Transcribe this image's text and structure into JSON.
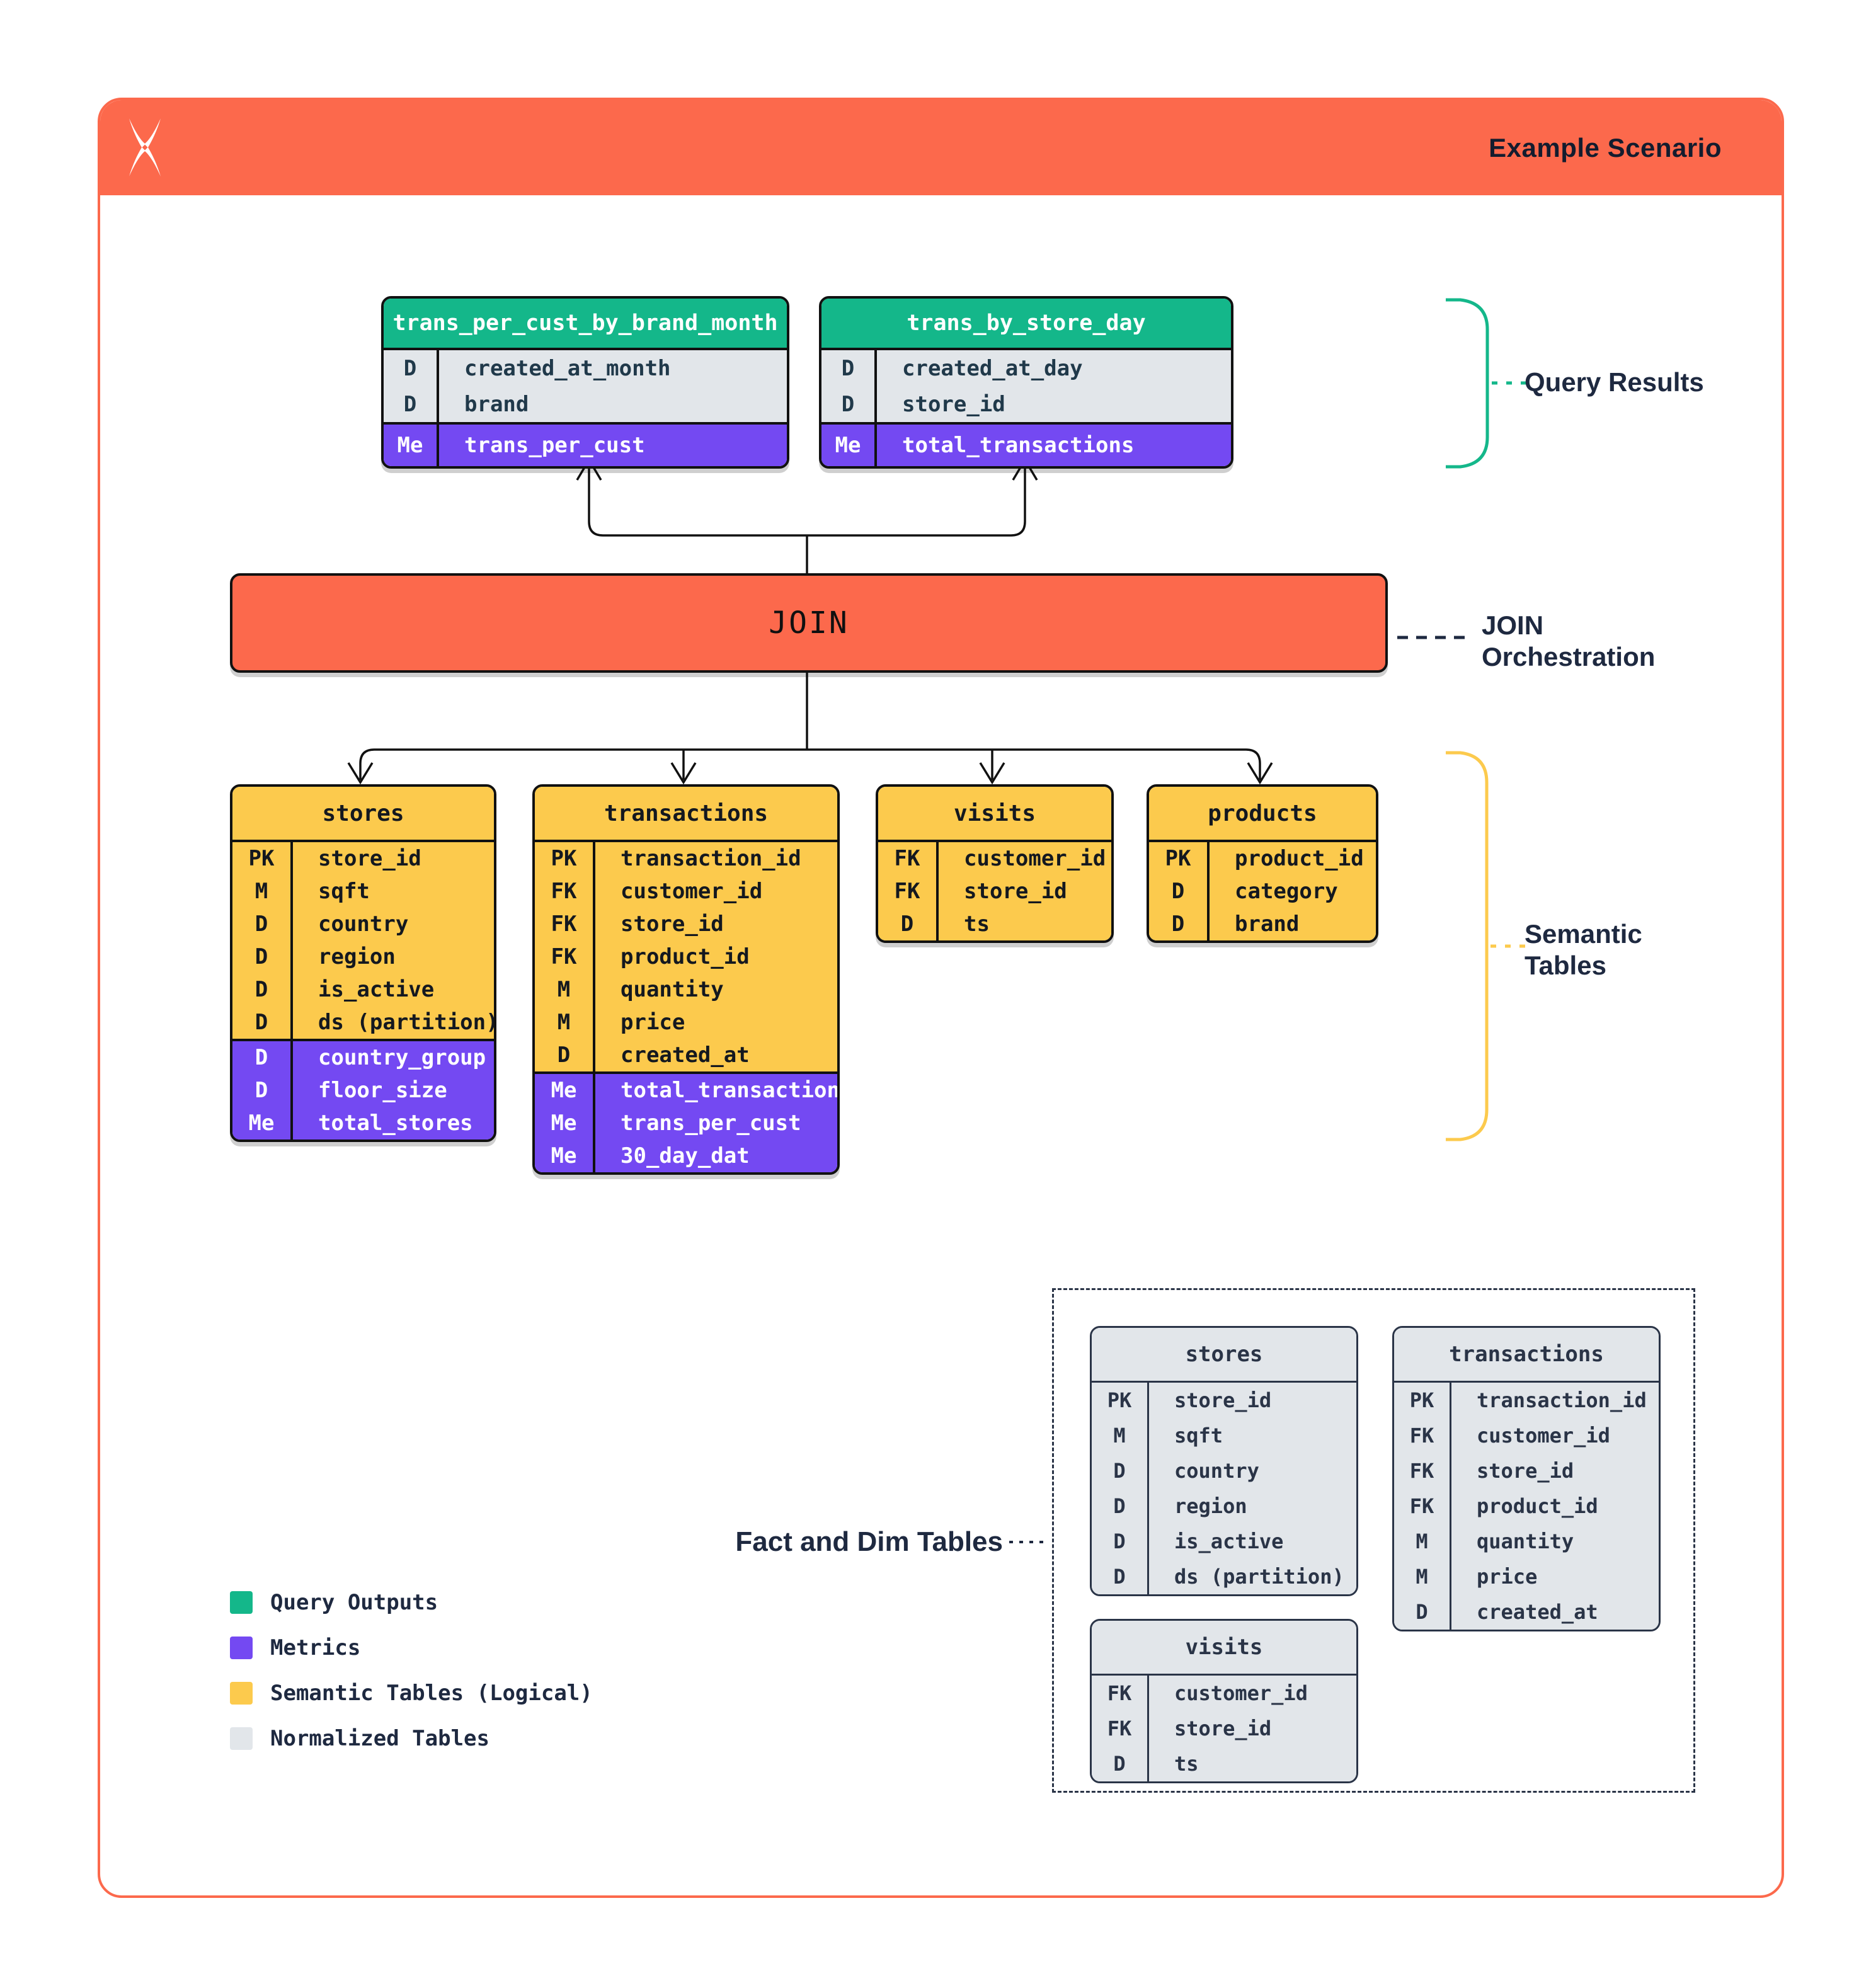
{
  "colors": {
    "orange": "#fc694c",
    "green": "#14b78a",
    "purple": "#7449f2",
    "yellow": "#fcca4d",
    "gray": "#e2e6ea",
    "navy": "#1e2940",
    "black": "#111111"
  },
  "header": {
    "title": "Example Scenario"
  },
  "join_bar": {
    "label": "JOIN"
  },
  "labels": {
    "query_results": "Query Results",
    "join_line1": "JOIN",
    "join_line2": "Orchestration",
    "semantic_line1": "Semantic",
    "semantic_line2": "Tables",
    "fact_dim": "Fact and Dim Tables"
  },
  "query_outputs": [
    {
      "title": "trans_per_cust_by_brand_month",
      "rows_base": [
        {
          "k": "D",
          "n": "created_at_month"
        },
        {
          "k": "D",
          "n": "brand"
        }
      ],
      "rows_metric": [
        {
          "k": "Me",
          "n": "trans_per_cust"
        }
      ]
    },
    {
      "title": "trans_by_store_day",
      "rows_base": [
        {
          "k": "D",
          "n": "created_at_day"
        },
        {
          "k": "D",
          "n": "store_id"
        }
      ],
      "rows_metric": [
        {
          "k": "Me",
          "n": "total_transactions"
        }
      ]
    }
  ],
  "semantic_tables": [
    {
      "title": "stores",
      "rows_base": [
        {
          "k": "PK",
          "n": "store_id"
        },
        {
          "k": "M",
          "n": "sqft"
        },
        {
          "k": "D",
          "n": "country"
        },
        {
          "k": "D",
          "n": "region"
        },
        {
          "k": "D",
          "n": "is_active"
        },
        {
          "k": "D",
          "n": "ds (partition)"
        }
      ],
      "rows_metric": [
        {
          "k": "D",
          "n": "country_group"
        },
        {
          "k": "D",
          "n": "floor_size"
        },
        {
          "k": "Me",
          "n": "total_stores"
        }
      ]
    },
    {
      "title": "transactions",
      "rows_base": [
        {
          "k": "PK",
          "n": "transaction_id"
        },
        {
          "k": "FK",
          "n": "customer_id"
        },
        {
          "k": "FK",
          "n": "store_id"
        },
        {
          "k": "FK",
          "n": "product_id"
        },
        {
          "k": "M",
          "n": "quantity"
        },
        {
          "k": "M",
          "n": "price"
        },
        {
          "k": "D",
          "n": "created_at"
        }
      ],
      "rows_metric": [
        {
          "k": "Me",
          "n": "total_transactions"
        },
        {
          "k": "Me",
          "n": "trans_per_cust"
        },
        {
          "k": "Me",
          "n": "30_day_dat"
        }
      ]
    },
    {
      "title": "visits",
      "rows_base": [
        {
          "k": "FK",
          "n": "customer_id"
        },
        {
          "k": "FK",
          "n": "store_id"
        },
        {
          "k": "D",
          "n": "ts"
        }
      ],
      "rows_metric": []
    },
    {
      "title": "products",
      "rows_base": [
        {
          "k": "PK",
          "n": "product_id"
        },
        {
          "k": "D",
          "n": "category"
        },
        {
          "k": "D",
          "n": "brand"
        }
      ],
      "rows_metric": []
    }
  ],
  "normalized_tables": [
    {
      "title": "stores",
      "rows_base": [
        {
          "k": "PK",
          "n": "store_id"
        },
        {
          "k": "M",
          "n": "sqft"
        },
        {
          "k": "D",
          "n": "country"
        },
        {
          "k": "D",
          "n": "region"
        },
        {
          "k": "D",
          "n": "is_active"
        },
        {
          "k": "D",
          "n": "ds (partition)"
        }
      ],
      "rows_metric": []
    },
    {
      "title": "transactions",
      "rows_base": [
        {
          "k": "PK",
          "n": "transaction_id"
        },
        {
          "k": "FK",
          "n": "customer_id"
        },
        {
          "k": "FK",
          "n": "store_id"
        },
        {
          "k": "FK",
          "n": "product_id"
        },
        {
          "k": "M",
          "n": "quantity"
        },
        {
          "k": "M",
          "n": "price"
        },
        {
          "k": "D",
          "n": "created_at"
        }
      ],
      "rows_metric": []
    },
    {
      "title": "visits",
      "rows_base": [
        {
          "k": "FK",
          "n": "customer_id"
        },
        {
          "k": "FK",
          "n": "store_id"
        },
        {
          "k": "D",
          "n": "ts"
        }
      ],
      "rows_metric": []
    }
  ],
  "legend": [
    {
      "label": "Query Outputs",
      "color": "#14b78a"
    },
    {
      "label": "Metrics",
      "color": "#7449f2"
    },
    {
      "label": "Semantic Tables (Logical)",
      "color": "#fcca4d"
    },
    {
      "label": "Normalized Tables",
      "color": "#e2e6ea"
    }
  ]
}
